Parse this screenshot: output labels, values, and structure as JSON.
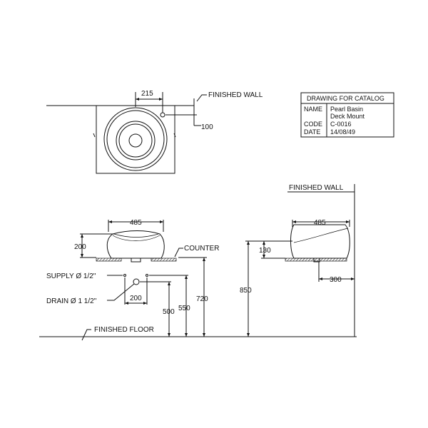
{
  "title_block": {
    "heading": "DRAWING FOR CATALOG",
    "name_label": "NAME",
    "name_line1": "Pearl Basin",
    "name_line2": "Deck Mount",
    "code_label": "CODE",
    "code_value": "C-0016",
    "date_label": "DATE",
    "date_value": "14/08/49"
  },
  "top_view": {
    "wall_label": "FINISHED WALL",
    "dim_tap_offset": "215",
    "dim_wall_offset": "100"
  },
  "front_view": {
    "dim_width": "485",
    "dim_height": "200",
    "counter_label": "COUNTER",
    "supply_label": "SUPPLY Ø 1/2\"",
    "drain_label": "DRAIN Ø 1 1/2\"",
    "dim_supply_spacing": "200",
    "dim_drain_height": "500",
    "dim_supply_height": "550",
    "dim_counter_height": "720",
    "floor_label": "FINISHED FLOOR"
  },
  "side_view": {
    "wall_label": "FINISHED WALL",
    "dim_width": "485",
    "dim_height": "130",
    "dim_total_height": "850",
    "dim_wall_offset": "300"
  }
}
